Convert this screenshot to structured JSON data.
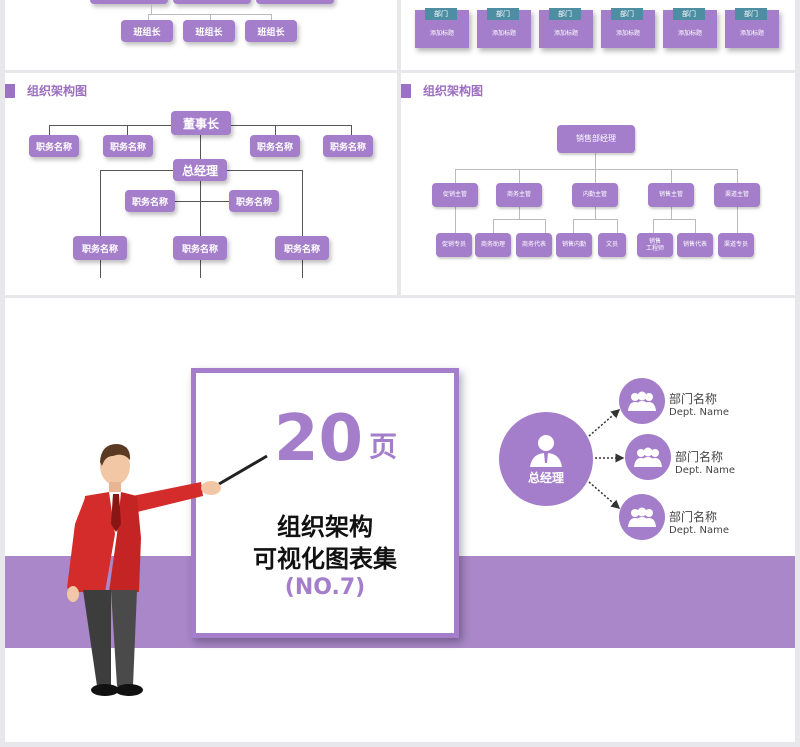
{
  "top_left": {
    "leaders": [
      "班组长",
      "班组长",
      "班组长"
    ]
  },
  "top_right": {
    "cards": [
      {
        "tag": "部门",
        "label": "添加标题"
      },
      {
        "tag": "部门",
        "label": "添加标题"
      },
      {
        "tag": "部门",
        "label": "添加标题"
      },
      {
        "tag": "部门",
        "label": "添加标题"
      },
      {
        "tag": "部门",
        "label": "添加标题"
      },
      {
        "tag": "部门",
        "label": "添加标题"
      }
    ]
  },
  "chart_left": {
    "title": "组织架构图",
    "chairman": "董事长",
    "gm": "总经理",
    "positions": [
      "职务名称",
      "职务名称",
      "职务名称",
      "职务名称",
      "职务名称",
      "职务名称",
      "职务名称",
      "职务名称",
      "职务名称"
    ]
  },
  "chart_right": {
    "title": "组织架构图",
    "root": "销售部经理",
    "level2": [
      "促销主管",
      "商务主管",
      "内勤主管",
      "销售主管",
      "渠道主管"
    ],
    "level3": [
      "促销专员",
      "商务助理",
      "商务代表",
      "销售内勤",
      "文员",
      "销售\n工程师",
      "销售代表",
      "渠道专员"
    ]
  },
  "hero": {
    "number": "20",
    "unit": "页",
    "line1": "组织架构",
    "line2": "可视化图表集",
    "code": "(NO.7)"
  },
  "badge": {
    "center_label": "总经理",
    "depts": [
      {
        "name": "部门名称",
        "en": "Dept. Name"
      },
      {
        "name": "部门名称",
        "en": "Dept. Name"
      },
      {
        "name": "部门名称",
        "en": "Dept. Name"
      }
    ]
  },
  "colors": {
    "purple": "#a57ecb",
    "band": "#a987c8",
    "teal": "#4e8ea3"
  }
}
